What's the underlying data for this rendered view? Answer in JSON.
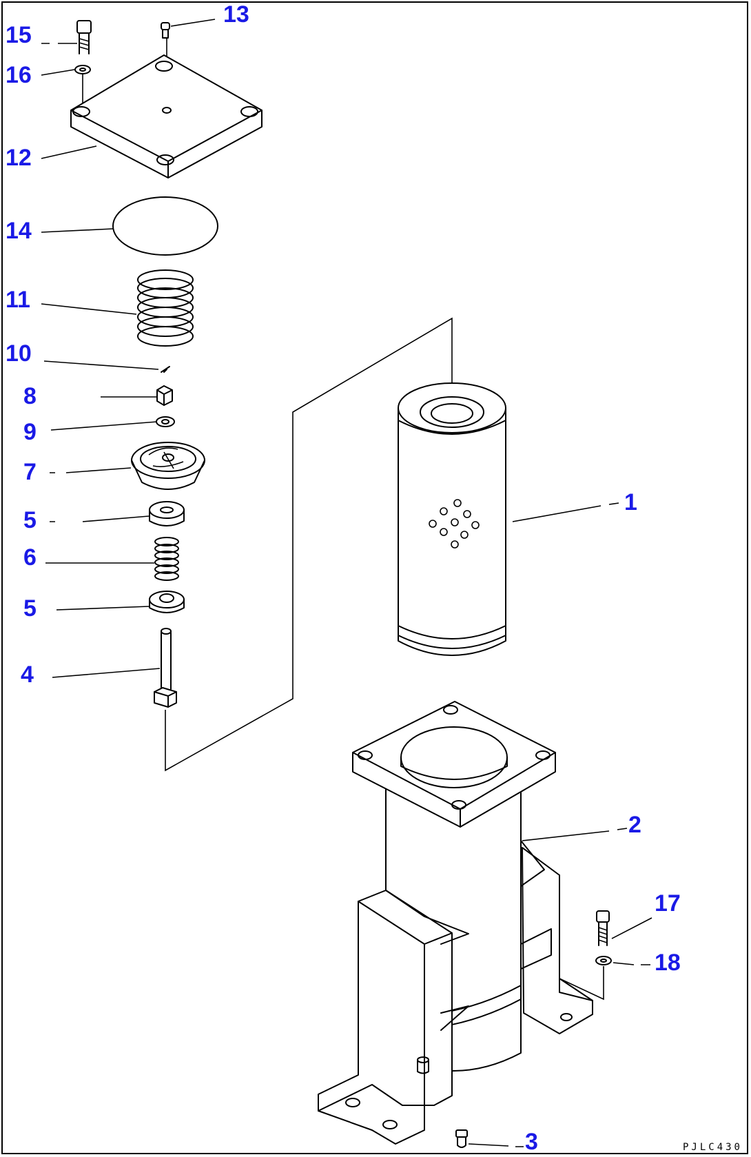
{
  "parts": [
    {
      "id": "part-1",
      "label": "1"
    },
    {
      "id": "part-2",
      "label": "2"
    },
    {
      "id": "part-3",
      "label": "3"
    },
    {
      "id": "part-4",
      "label": "4"
    },
    {
      "id": "part-5a",
      "label": "5"
    },
    {
      "id": "part-5b",
      "label": "5"
    },
    {
      "id": "part-6",
      "label": "6"
    },
    {
      "id": "part-7",
      "label": "7"
    },
    {
      "id": "part-8",
      "label": "8"
    },
    {
      "id": "part-9",
      "label": "9"
    },
    {
      "id": "part-10",
      "label": "10"
    },
    {
      "id": "part-11",
      "label": "11"
    },
    {
      "id": "part-12",
      "label": "12"
    },
    {
      "id": "part-13",
      "label": "13"
    },
    {
      "id": "part-14",
      "label": "14"
    },
    {
      "id": "part-15",
      "label": "15"
    },
    {
      "id": "part-16",
      "label": "16"
    },
    {
      "id": "part-17",
      "label": "17"
    },
    {
      "id": "part-18",
      "label": "18"
    }
  ],
  "drawing_code": "PJLC430",
  "colors": {
    "label": "#1a1ae6",
    "line": "#000000",
    "background": "#ffffff"
  }
}
